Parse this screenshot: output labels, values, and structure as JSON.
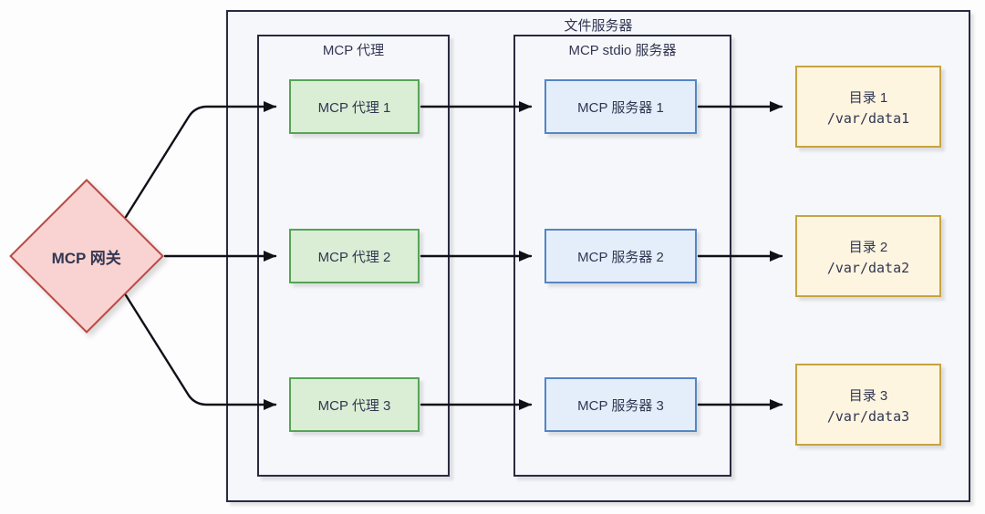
{
  "groups": {
    "file_server": {
      "label": "文件服务器"
    },
    "proxy": {
      "label": "MCP 代理"
    },
    "stdio": {
      "label": "MCP stdio 服务器"
    }
  },
  "gateway": {
    "label": "MCP 网关"
  },
  "nodes": {
    "proxies": [
      {
        "label": "MCP 代理 1"
      },
      {
        "label": "MCP 代理 2"
      },
      {
        "label": "MCP 代理 3"
      }
    ],
    "servers": [
      {
        "label": "MCP 服务器 1"
      },
      {
        "label": "MCP 服务器 2"
      },
      {
        "label": "MCP 服务器 3"
      }
    ],
    "directories": [
      {
        "label": "目录 1",
        "path": "/var/data1"
      },
      {
        "label": "目录 2",
        "path": "/var/data2"
      },
      {
        "label": "目录 3",
        "path": "/var/data3"
      }
    ]
  },
  "edges": [
    {
      "from": "MCP 网关",
      "to": "MCP 代理 1"
    },
    {
      "from": "MCP 网关",
      "to": "MCP 代理 2"
    },
    {
      "from": "MCP 网关",
      "to": "MCP 代理 3"
    },
    {
      "from": "MCP 代理 1",
      "to": "MCP 服务器 1"
    },
    {
      "from": "MCP 代理 2",
      "to": "MCP 服务器 2"
    },
    {
      "from": "MCP 代理 3",
      "to": "MCP 服务器 3"
    },
    {
      "from": "MCP 服务器 1",
      "to": "目录 1"
    },
    {
      "from": "MCP 服务器 2",
      "to": "目录 2"
    },
    {
      "from": "MCP 服务器 3",
      "to": "目录 3"
    }
  ],
  "colors": {
    "gateway_fill": "#f9d3d1",
    "gateway_border": "#b94a45",
    "proxy_fill": "#d9eed4",
    "proxy_border": "#55a457",
    "server_fill": "#e4eefb",
    "server_border": "#5585c5",
    "directory_fill": "#fdf5e0",
    "directory_border": "#c6a43f",
    "container_border": "#272b42",
    "arrow": "#101018",
    "text": "#323652"
  }
}
